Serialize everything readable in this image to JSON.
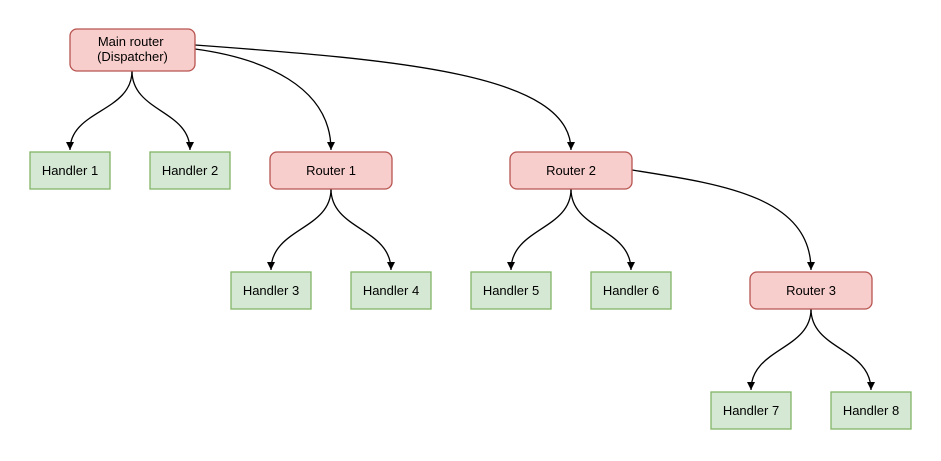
{
  "diagram": {
    "type": "tree",
    "colors": {
      "background": "#ffffff",
      "router_fill": "#f8cecc",
      "router_stroke": "#b85450",
      "handler_fill": "#d5e8d4",
      "handler_stroke": "#82b366",
      "edge_color": "#000000",
      "text_color": "#000000"
    },
    "nodes": {
      "main_router": {
        "label_line1": "Main router",
        "label_line2": "(Dispatcher)",
        "kind": "router"
      },
      "handler1": {
        "label": "Handler 1",
        "kind": "handler"
      },
      "handler2": {
        "label": "Handler 2",
        "kind": "handler"
      },
      "router1": {
        "label": "Router 1",
        "kind": "router"
      },
      "router2": {
        "label": "Router 2",
        "kind": "router"
      },
      "handler3": {
        "label": "Handler 3",
        "kind": "handler"
      },
      "handler4": {
        "label": "Handler 4",
        "kind": "handler"
      },
      "handler5": {
        "label": "Handler 5",
        "kind": "handler"
      },
      "handler6": {
        "label": "Handler 6",
        "kind": "handler"
      },
      "router3": {
        "label": "Router 3",
        "kind": "router"
      },
      "handler7": {
        "label": "Handler 7",
        "kind": "handler"
      },
      "handler8": {
        "label": "Handler 8",
        "kind": "handler"
      }
    },
    "edges": [
      {
        "from": "main_router",
        "to": "handler1"
      },
      {
        "from": "main_router",
        "to": "handler2"
      },
      {
        "from": "main_router",
        "to": "router1"
      },
      {
        "from": "main_router",
        "to": "router2"
      },
      {
        "from": "router1",
        "to": "handler3"
      },
      {
        "from": "router1",
        "to": "handler4"
      },
      {
        "from": "router2",
        "to": "handler5"
      },
      {
        "from": "router2",
        "to": "handler6"
      },
      {
        "from": "router2",
        "to": "router3"
      },
      {
        "from": "router3",
        "to": "handler7"
      },
      {
        "from": "router3",
        "to": "handler8"
      }
    ]
  }
}
